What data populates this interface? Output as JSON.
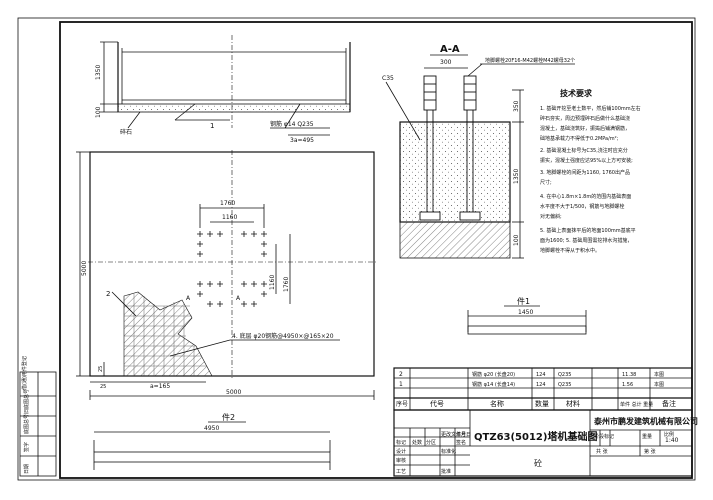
{
  "plan_view": {
    "plan_dims": {
      "width_total": "5000",
      "height_total": "5000",
      "w1760": "1760",
      "w1160": "1160",
      "h1160": "1160",
      "h1760": "1760",
      "edge25a": "25",
      "edge25b": "25",
      "spacing": "a=165"
    },
    "section_A_mark_left": "A",
    "section_A_mark_right": "A",
    "rebar_note": "4. 底层 φ20钢筋@4950×@165×20"
  },
  "top_view": {
    "dims": {
      "h1350": "1350",
      "h100": "100"
    },
    "label_1": "1",
    "label_gravel": "碎石",
    "label_rebar": "钢筋 φ14  Q235",
    "label_rebar2": "3a=495"
  },
  "part2": {
    "title": "件2",
    "length": "4950"
  },
  "label_2": "2",
  "section_AA": {
    "title": "A-A",
    "bolt_note": "地脚螺栓20F16-M42螺栓M42螺母32个",
    "dim_300": "300",
    "c35": "C35",
    "dims": {
      "d350": "350",
      "d1350": "1350",
      "d100": "100"
    }
  },
  "tech": {
    "title": "技术要求",
    "items": [
      "1. 基础开挖至老土数平，然后铺100mm左右",
      "碎石夯实，周边预埋碎石后做什么基础浇",
      "混凝土，基础浇筑好，振捣后铺满钢筋，",
      "础地基承载力不得低于0.2MPa/m²;",
      "2. 基础混凝土标号为C35,浇注时应充分",
      "振实，混凝土强度应达95%以上方可安装;",
      "3. 地脚螺栓的间距为1160, 1760出产品",
      "尺寸;",
      "4. 在中心1.8m×1.8m的范围内基础表面",
      "水平度不大于1/500，钢筋与地脚螺栓",
      "对无偏斜;",
      "5. 基础上表面抹平后的地面100mm基底平",
      "面为1600; 5. 基础周围需挖排水沟措施，",
      "地脚螺栓不得从于积水中。"
    ]
  },
  "part1": {
    "title": "件1",
    "length": "1450"
  },
  "bom": {
    "rows": [
      {
        "no": "2",
        "code": "",
        "name": "钢筋 φ20 (长盘20)",
        "qty": "124",
        "material": "Q235",
        "weight": "11.38",
        "note": "本图"
      },
      {
        "no": "1",
        "code": "",
        "name": "钢筋 φ14 (长盘14)",
        "qty": "124",
        "material": "Q235",
        "weight": "1.56",
        "note": "本图"
      }
    ],
    "headers": {
      "no": "序号",
      "code": "代号",
      "name": "名称",
      "qty": "数量",
      "material": "材料",
      "weight": "单件 总计 重量",
      "note": "备注"
    }
  },
  "title_block": {
    "drawing_title": "QTZ63(5012)塔机基础图",
    "company": "泰州市鹏发建筑机械有限公司",
    "material": "砼",
    "scale": "1:40",
    "labels": [
      "标记",
      "处数",
      "分区",
      "更改文件号",
      "签名",
      "年月日",
      "设计",
      "标准化",
      "审核",
      "工艺",
      "批准",
      "阶段标记",
      "重量",
      "比例",
      "共 张",
      "第 张"
    ]
  },
  "left_strip": {
    "labels": [
      "借(通)用件登记",
      "旧底图总号",
      "底图总号",
      "签字",
      "日期"
    ]
  }
}
